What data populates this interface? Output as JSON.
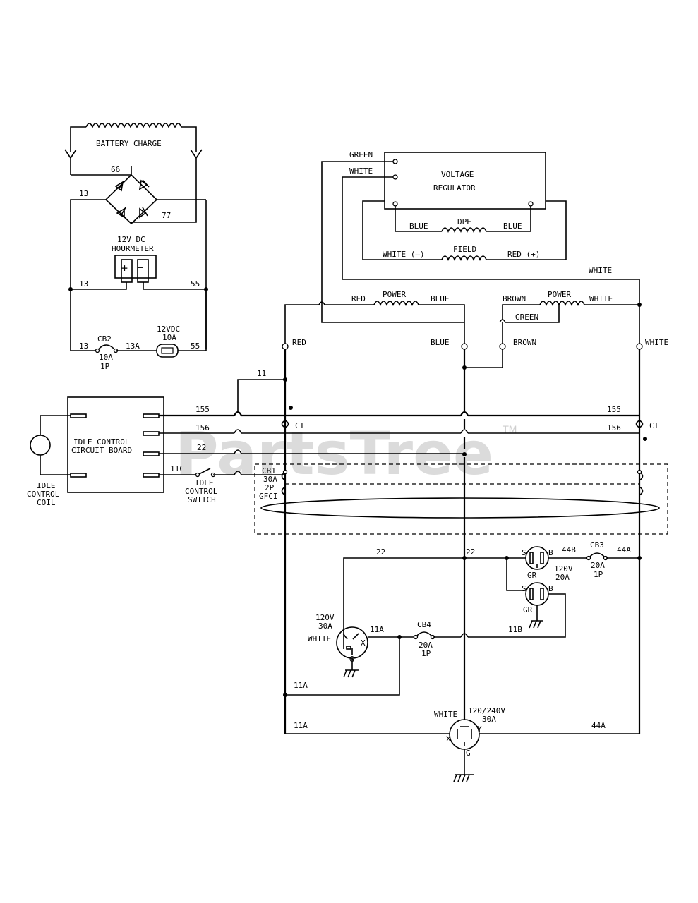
{
  "watermark": {
    "text": "PartsTree",
    "tm": "TM"
  },
  "labels": {
    "battery_charge": "BATTERY CHARGE",
    "n66": "66",
    "n77": "77",
    "n13_top": "13",
    "n13_mid": "13",
    "n13_bot": "13",
    "n13a": "13A",
    "n55_mid": "55",
    "n55_bot": "55",
    "hourmeter_1": "12V DC",
    "hourmeter_2": "HOURMETER",
    "hm_plus": "+",
    "hm_minus": "—",
    "cb2": "CB2",
    "cb2_amp": "10A",
    "cb2_pole": "1P",
    "fuse_1": "12VDC",
    "fuse_2": "10A",
    "green_vr": "GREEN",
    "white_vr": "WHITE",
    "vr_1": "VOLTAGE",
    "vr_2": "REGULATOR",
    "blue_l": "BLUE",
    "dpe": "DPE",
    "blue_r": "BLUE",
    "white_neg": "WHITE (—)",
    "field": "FIELD",
    "red_pos": "RED (+)",
    "white_top": "WHITE",
    "red_pw": "RED",
    "power_1": "POWER",
    "blue_pw": "BLUE",
    "brown_pw": "BROWN",
    "power_2": "POWER",
    "white_pw": "WHITE",
    "green_pw": "GREEN",
    "red_t": "RED",
    "blue_t": "BLUE",
    "brown_t": "BROWN",
    "white_t": "WHITE",
    "n11": "11",
    "n155_l": "155",
    "n156_l": "156",
    "n22_l": "22",
    "n155_r": "155",
    "n156_r": "156",
    "ct_l": "CT",
    "ct_r": "CT",
    "idle_1": "IDLE CONTROL",
    "idle_2": "CIRCUIT BOARD",
    "n11c": "11C",
    "ics_1": "IDLE",
    "ics_2": "CONTROL",
    "ics_3": "SWITCH",
    "icc_1": "IDLE",
    "icc_2": "CONTROL",
    "icc_3": "COIL",
    "cb1": "CB1",
    "cb1_amp": "30A",
    "cb1_pole": "2P",
    "gfci": "GFCI",
    "n22_a": "22",
    "n22_b": "22",
    "n44b": "44B",
    "cb3": "CB3",
    "n44a_top": "44A",
    "s1": "S",
    "b1": "B",
    "gr1": "GR",
    "s2": "S",
    "b2": "B",
    "gr2": "GR",
    "rcpt_v": "120V",
    "rcpt_a": "20A",
    "cb3_amp": "20A",
    "cb3_pole": "1P",
    "tw_v": "120V",
    "tw_a": "30A",
    "tw_white": "WHITE",
    "tw_x": "X",
    "tw_g": "G",
    "n11a_1": "11A",
    "cb4": "CB4",
    "cb4_amp": "20A",
    "cb4_pole": "1P",
    "n11b": "11B",
    "n11a_2": "11A",
    "n11a_3": "11A",
    "n44a_bot": "44A",
    "w4_white": "WHITE",
    "w4_v": "120/240V",
    "w4_a": "30A",
    "w4_x": "X",
    "w4_y": "Y",
    "w4_g": "G"
  }
}
